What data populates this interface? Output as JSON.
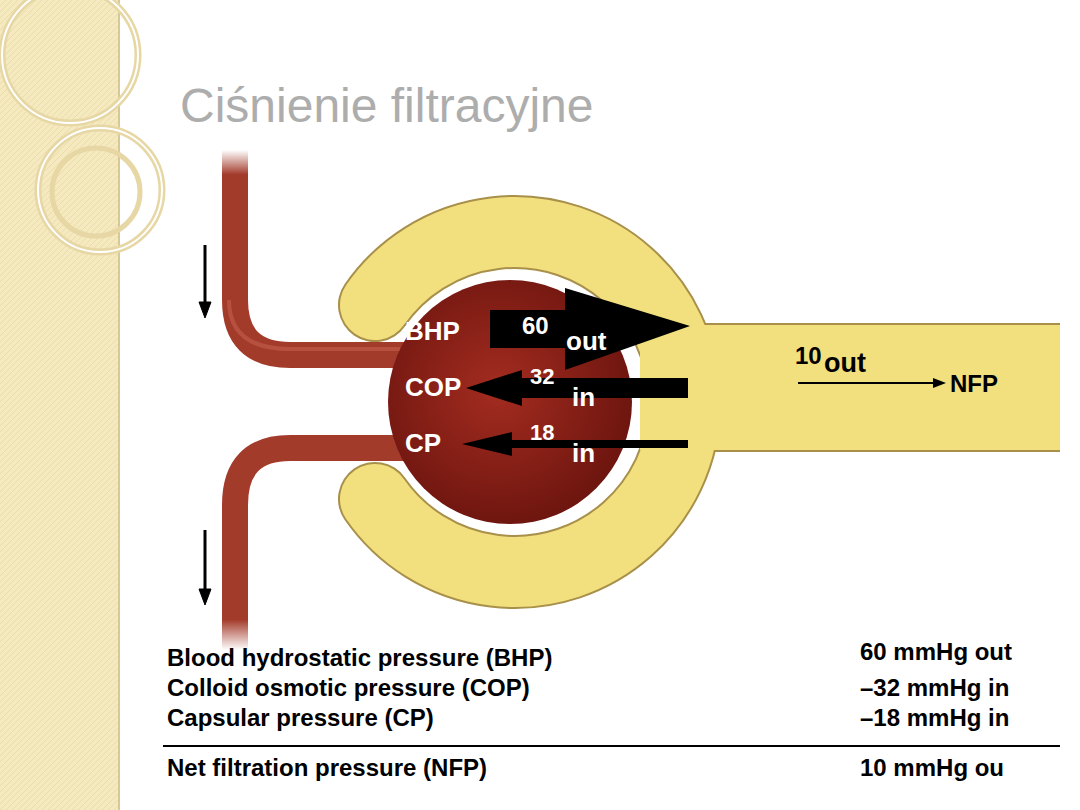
{
  "diagram": {
    "title": "Ciśnienie filtracyjne",
    "labels": [
      "BHP",
      "60",
      "out",
      "COP",
      "32",
      "in",
      "CP",
      "18",
      "in",
      "10",
      "out",
      "NFP",
      "Blood hydrostatic pressure (BHP)",
      "60 mmHg out",
      "Colloid osmotic pressure (COP)",
      "–32 mmHg in",
      "Capsular pressure (CP)",
      "–18 mmHg in",
      "Net filtration pressure (NFP)",
      "10 mmHg ou"
    ]
  }
}
